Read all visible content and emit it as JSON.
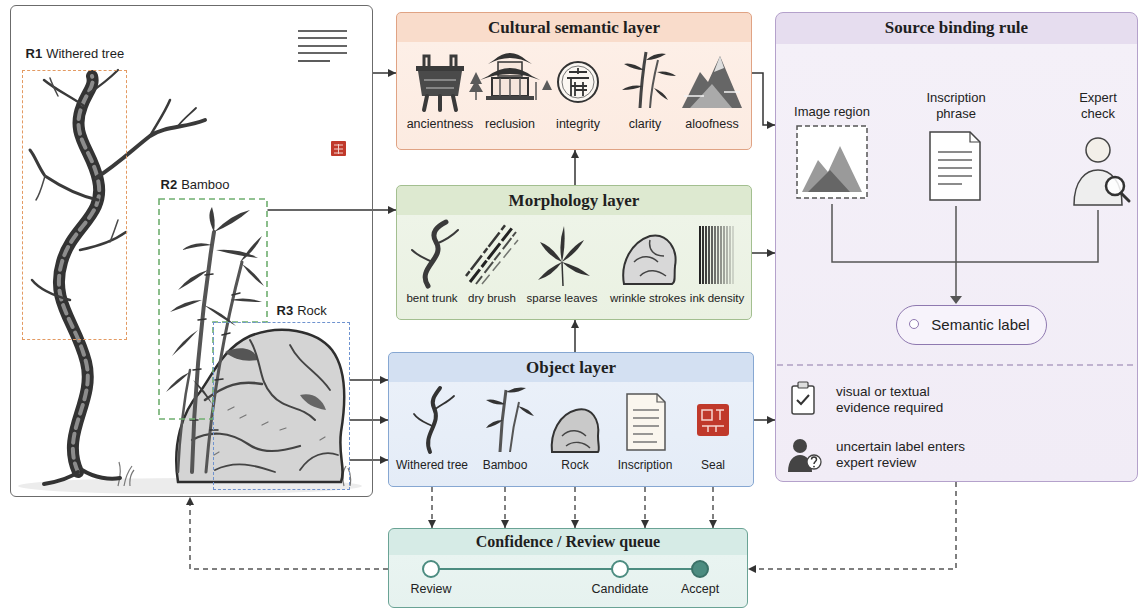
{
  "diagram": {
    "nodes": [
      {
        "text": []
      },
      {
        "text": [
          "R1",
          "Withered tree"
        ],
        "in": 0
      },
      {
        "text": [
          "R2",
          "Bamboo"
        ],
        "in": 0
      },
      {
        "text": [
          "R3",
          "Rock"
        ],
        "in": 0
      },
      {
        "text": [
          "Cultural semantic layer"
        ]
      },
      {
        "text": [
          "Morphology layer"
        ]
      },
      {
        "text": [
          "Object layer"
        ]
      },
      {
        "text": [
          "Source binding rule"
        ]
      },
      {
        "text": [
          "Semantic label"
        ],
        "in": 7
      },
      {
        "text": [
          "Confidence / Review queue"
        ]
      }
    ],
    "edges": [
      {
        "from": 0,
        "to": 4,
        "arrow": "to"
      },
      {
        "from": 2,
        "to": 5,
        "arrow": "to"
      },
      {
        "from": 3,
        "to": 6,
        "arrow": "to"
      },
      {
        "from": 3,
        "to": 6,
        "arrow": "to"
      },
      {
        "from": 3,
        "to": 6,
        "arrow": "to"
      },
      {
        "from": 6,
        "to": 5,
        "arrow": "to"
      },
      {
        "from": 5,
        "to": 4,
        "arrow": "to"
      },
      {
        "from": 4,
        "to": 7,
        "arrow": "to"
      },
      {
        "from": 5,
        "to": 7,
        "arrow": "to"
      },
      {
        "from": 6,
        "to": 7,
        "arrow": "to"
      },
      {
        "from": 6,
        "to": 9,
        "arrow": "to"
      },
      {
        "from": 6,
        "to": 9,
        "arrow": "to"
      },
      {
        "from": 6,
        "to": 9,
        "arrow": "to"
      },
      {
        "from": 6,
        "to": 9,
        "arrow": "to"
      },
      {
        "from": 6,
        "to": 9,
        "arrow": "to"
      },
      {
        "from": 7,
        "to": 9,
        "arrow": "to"
      },
      {
        "from": 9,
        "to": 0,
        "arrow": "to"
      }
    ],
    "labels": [
      "ancientness",
      "reclusion",
      "integrity",
      "clarity",
      "aloofness",
      "bent trunk",
      "dry brush",
      "sparse leaves",
      "wrinkle strokes",
      "ink density",
      "Withered tree",
      "Bamboo",
      "Rock",
      "Inscription",
      "Seal",
      "Image region",
      "Inscription phrase",
      "Expert check",
      "visual or textual evidence required",
      "uncertain label enters expert review",
      "Review",
      "Candidate",
      "Accept"
    ]
  }
}
